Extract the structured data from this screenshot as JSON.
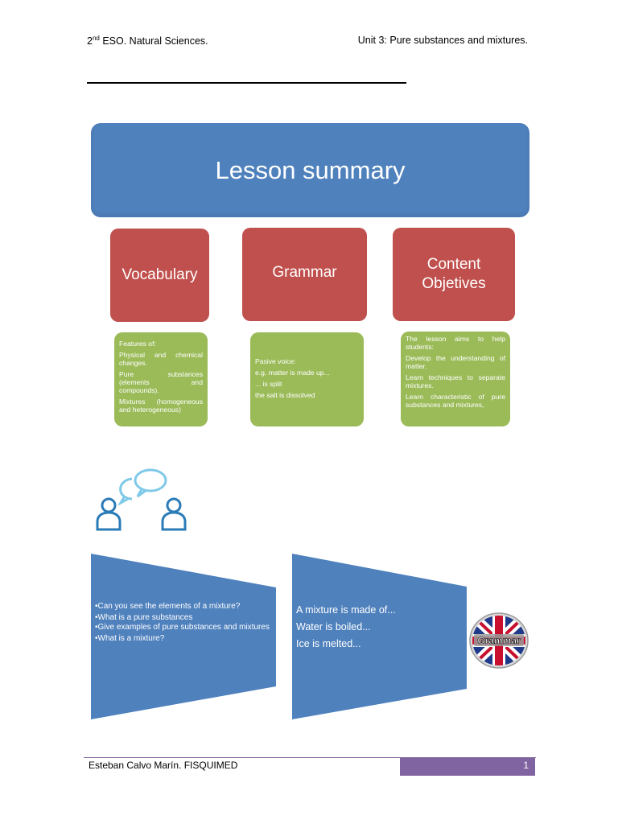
{
  "header": {
    "course_prefix": "2",
    "course_sup": "nd",
    "course_rest": " ESO. Natural Sciences.",
    "unit": "Unit 3: Pure substances and mixtures."
  },
  "diagram": {
    "title": "Lesson summary",
    "categories": [
      {
        "label_line1": "Vocabulary",
        "label_line2": ""
      },
      {
        "label_line1": "Grammar",
        "label_line2": ""
      },
      {
        "label_line1": "Content",
        "label_line2": "Objetives"
      }
    ],
    "vocabulary_items": [
      "Features of:",
      "Physical and chemical changes.",
      "Pure substances (elements and compounds).",
      "Mixtures (homogeneous and heterogeneous)"
    ],
    "grammar_items": [
      "Pasive voice:",
      "e.g. matter is made up...",
      "... is split",
      "the salt is dissolved"
    ],
    "content_items": [
      "The lesson aims to help students:",
      "Develop the understanding of matter.",
      "Learn techniques to separate mixtures.",
      "Learn characteristic of pure substances and mixtures,"
    ]
  },
  "questions": [
    "•Can you see the elements of a mixture?",
    "•What is a pure substances",
    "•Give examples of pure substances and mixtures",
    "•What is a mixture?"
  ],
  "grammar_examples": [
    "A mixture is made of...",
    "Water is boiled...",
    "Ice is melted..."
  ],
  "badge": {
    "label": "Grammar"
  },
  "icons": {
    "conversation": "two-people-speech-bubbles-icon",
    "badge": "union-jack-grammar-badge"
  },
  "colors": {
    "title_blue": "#4f81bd",
    "category_red": "#c0504d",
    "detail_green": "#9bbb59",
    "footer_purple": "#8064a2"
  },
  "footer": {
    "author": "Esteban Calvo Marín. FISQUIMED",
    "page_number": "1"
  }
}
